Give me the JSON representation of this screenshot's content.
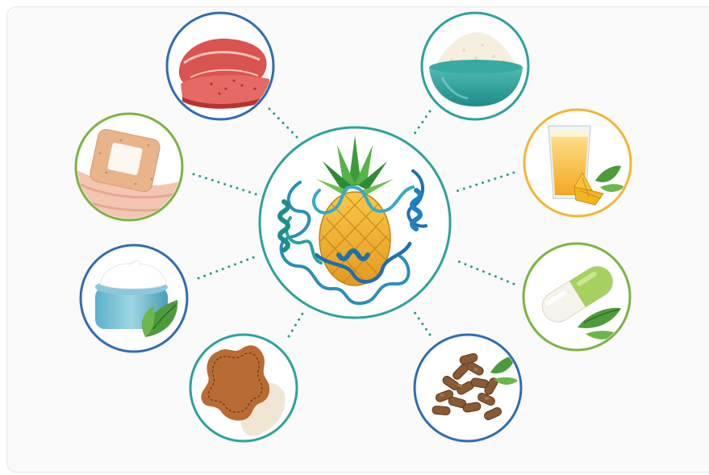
{
  "diagram": {
    "center": {
      "icon": "pineapple-bromelain-protein-icon",
      "ring_color": "#2aa39b"
    },
    "satellites": [
      {
        "id": "meat",
        "icon": "meat-tenderizing-icon",
        "ring_color": "#2f6db0"
      },
      {
        "id": "wound",
        "icon": "wound-dressing-patch-icon",
        "ring_color": "#7cb342"
      },
      {
        "id": "cosmetic",
        "icon": "cosmetic-cream-jar-icon",
        "ring_color": "#2f6db0"
      },
      {
        "id": "leather",
        "icon": "leather-hide-icon",
        "ring_color": "#2aa39b"
      },
      {
        "id": "powder",
        "icon": "enzyme-powder-bowl-icon",
        "ring_color": "#2aa39b"
      },
      {
        "id": "juice",
        "icon": "pineapple-juice-icon",
        "ring_color": "#f2b632"
      },
      {
        "id": "capsule",
        "icon": "supplement-capsule-icon",
        "ring_color": "#7cb342"
      },
      {
        "id": "feed",
        "icon": "animal-feed-pellets-icon",
        "ring_color": "#2f6db0"
      }
    ],
    "connector_color": "#2a9a93"
  }
}
